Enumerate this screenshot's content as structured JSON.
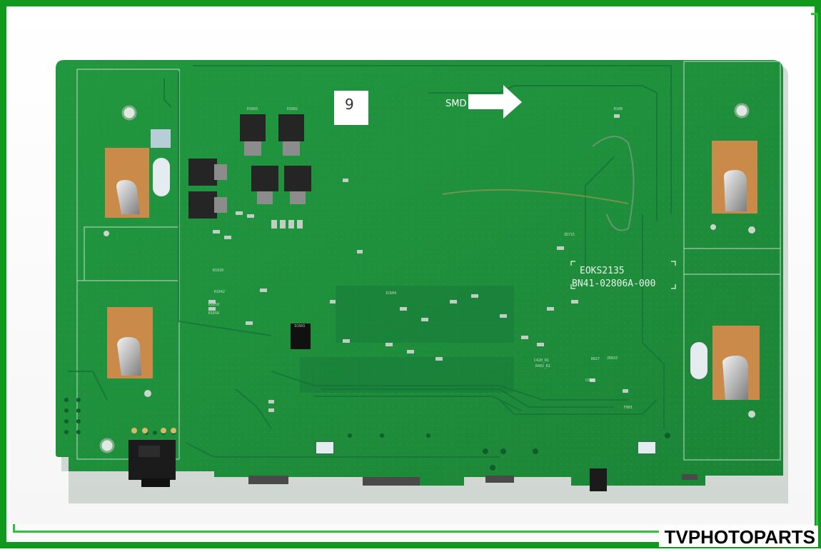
{
  "image": {
    "subject": "green printed circuit board, solder side",
    "colors": {
      "frame_outer": "#0f9a1e",
      "frame_inner": "#2bc43a",
      "pcb": "#1f8f3c",
      "pcb_dark": "#177533",
      "silkscreen": "#e9f4ec",
      "copper_pad": "#c98a4a",
      "chip": "#1a1a1a"
    }
  },
  "labels": {
    "sticker_number": "9",
    "smd_arrow_label": "SMD",
    "board_code_1": "EOKS2135",
    "board_code_2": "BN41-02806A-000"
  },
  "watermark": {
    "text": "TVPHOTOPARTS"
  }
}
